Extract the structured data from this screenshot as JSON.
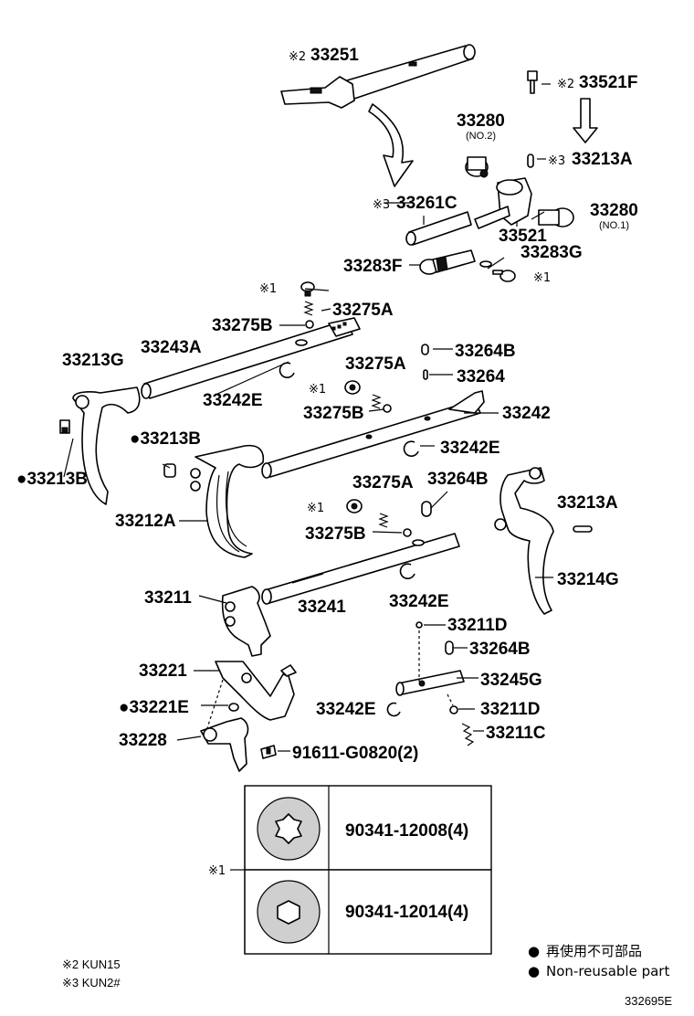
{
  "parts": {
    "p33251": {
      "mark": "※2",
      "number": "33251"
    },
    "p33521F": {
      "mark": "※2",
      "number": "33521F"
    },
    "p33280a": {
      "number": "33280",
      "note": "(NO.2)"
    },
    "p33213A_top": {
      "mark": "※3",
      "number": "33213A"
    },
    "p33261C": {
      "mark": "※3",
      "number": "33261C"
    },
    "p33280b": {
      "number": "33280",
      "note": "(NO.1)"
    },
    "p33521": {
      "number": "33521"
    },
    "p33283G": {
      "number": "33283G"
    },
    "p33283F": {
      "number": "33283F"
    },
    "x1_a": {
      "mark": "※1"
    },
    "x1_b": {
      "mark": "※1"
    },
    "p33275A_1": {
      "number": "33275A"
    },
    "p33275B_1": {
      "number": "33275B"
    },
    "p33243A": {
      "number": "33243A"
    },
    "p33213G": {
      "number": "33213G"
    },
    "p33242E_1": {
      "number": "33242E"
    },
    "p33264B_1": {
      "number": "33264B"
    },
    "p33264": {
      "number": "33264"
    },
    "p33275A_2": {
      "number": "33275A"
    },
    "x1_c": {
      "mark": "※1"
    },
    "p33275B_2": {
      "number": "33275B"
    },
    "p33242": {
      "number": "33242"
    },
    "p33213B_1": {
      "number": "●33213B"
    },
    "p33213B_2": {
      "number": "●33213B"
    },
    "p33242E_2": {
      "number": "33242E"
    },
    "p33275A_3": {
      "number": "33275A"
    },
    "p33264B_2": {
      "number": "33264B"
    },
    "p33213A": {
      "number": "33213A"
    },
    "x1_d": {
      "mark": "※1"
    },
    "p33212A": {
      "number": "33212A"
    },
    "p33275B_3": {
      "number": "33275B"
    },
    "p33214G": {
      "number": "33214G"
    },
    "p33211": {
      "number": "33211"
    },
    "p33241": {
      "number": "33241"
    },
    "p33242E_3": {
      "number": "33242E"
    },
    "p33211D_1": {
      "number": "33211D"
    },
    "p33264B_3": {
      "number": "33264B"
    },
    "p33221": {
      "number": "33221"
    },
    "p33245G": {
      "number": "33245G"
    },
    "p33221E": {
      "number": "●33221E"
    },
    "p33242E_4": {
      "number": "33242E"
    },
    "p33211D_2": {
      "number": "33211D"
    },
    "p33228": {
      "number": "33228"
    },
    "p33211C": {
      "number": "33211C"
    },
    "p91611": {
      "number": "91611-G0820(2)"
    }
  },
  "bolt_table": {
    "mark": "※1",
    "rows": [
      {
        "part_number": "90341-12008(4)"
      },
      {
        "part_number": "90341-12014(4)"
      }
    ]
  },
  "footnotes": [
    {
      "text": "※2 KUN15"
    },
    {
      "text": "※3 KUN2#"
    }
  ],
  "legend": {
    "items": [
      {
        "bullet": "●",
        "text": "再使用不可部品"
      },
      {
        "bullet": "●",
        "text": "Non-reusable part"
      }
    ]
  },
  "catalog_id": "332695E"
}
